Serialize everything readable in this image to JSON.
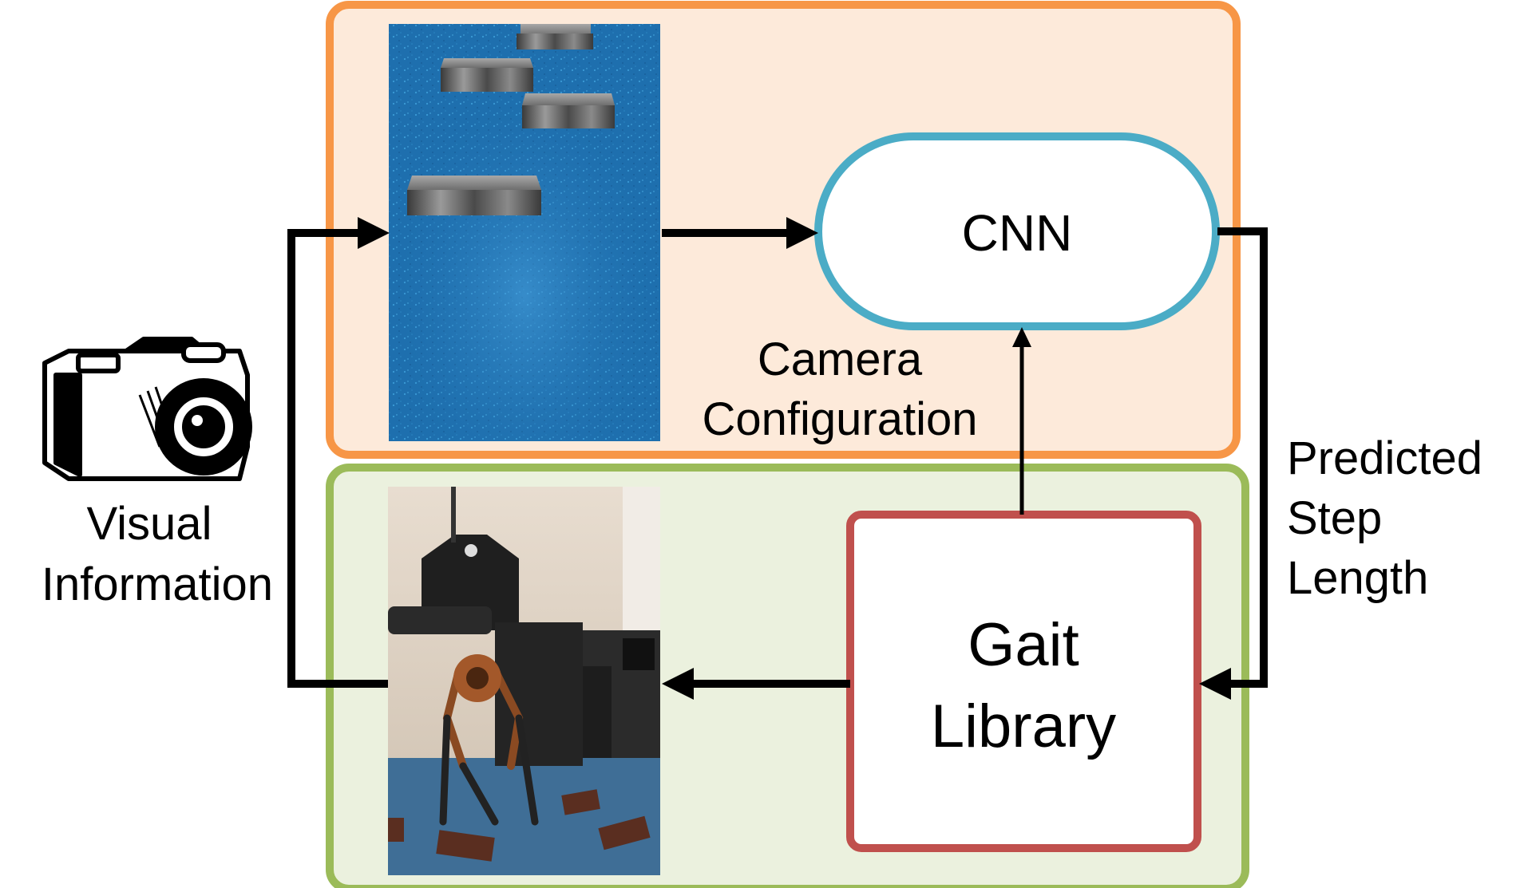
{
  "labels": {
    "cnn": "CNN",
    "gait_line1": "Gait",
    "gait_line2": "Library",
    "camera_line1": "Camera",
    "camera_line2": "Configuration",
    "visual_line1": "Visual",
    "visual_line2": "Information",
    "predicted_line1": "Predicted",
    "predicted_line2": "Step",
    "predicted_line3": "Length"
  },
  "colors": {
    "top_panel_border": "#F79646",
    "top_panel_fill": "#FDEADA",
    "bottom_panel_border": "#9BBB59",
    "bottom_panel_fill": "#EBF1DE",
    "cnn_border": "#4BACC6",
    "gait_border": "#C0504D",
    "water": "#1E6FAE",
    "arrow": "#000000"
  },
  "icons": {
    "camera": "camera-icon",
    "simulation": "simulation-image",
    "robot": "robot-photo"
  }
}
